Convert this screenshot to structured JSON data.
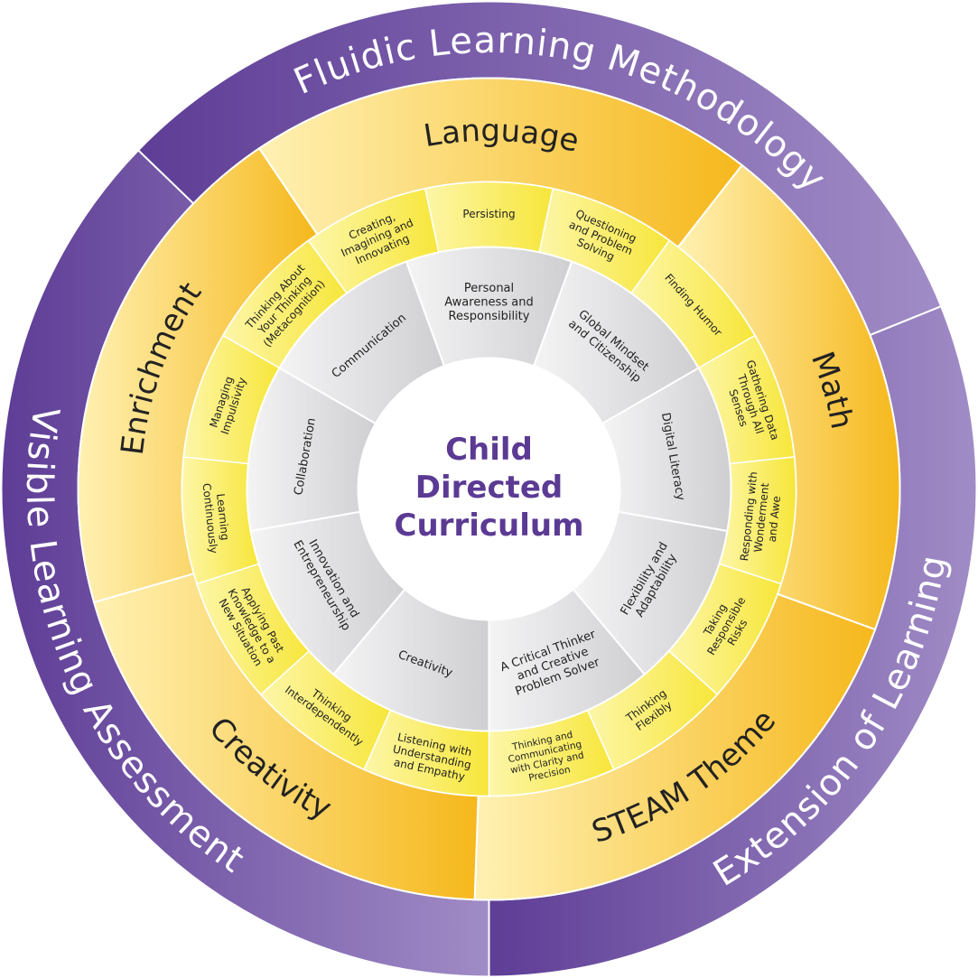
{
  "center": {
    "lines": [
      "Child",
      "Directed",
      "Curriculum"
    ],
    "color": "#5b3a94"
  },
  "colors": {
    "purple_dark": "#5e3d96",
    "purple_light": "#a08cc6",
    "gold_deep": "#f6b81c",
    "gold_light": "#fff1b3",
    "habit_yellow": "#f7e63a",
    "habit_light": "#fdf6a8",
    "gray_dark": "#cfcfd2",
    "gray_light": "#f4f4f5",
    "separator": "#ffffff",
    "text_dark": "#222222",
    "text_white": "#ffffff"
  },
  "outer_ring": [
    {
      "label": "Fluidic Learning Methodology"
    },
    {
      "label": "Extension of Learning"
    },
    {
      "label": "Visible Learning Assessment"
    }
  ],
  "curriculum_ring": [
    {
      "label": "Language"
    },
    {
      "label": "Math"
    },
    {
      "label": "STEAM Theme"
    },
    {
      "label": "Creativity"
    },
    {
      "label": "Enrichment"
    }
  ],
  "habits_ring": [
    {
      "lines": [
        "Persisting"
      ]
    },
    {
      "lines": [
        "Questioning",
        "and Problem",
        "Solving"
      ]
    },
    {
      "lines": [
        "Finding Humor"
      ]
    },
    {
      "lines": [
        "Gathering Data",
        "Through All",
        "Senses"
      ]
    },
    {
      "lines": [
        "Responding with",
        "Wonderment",
        "and Awe"
      ]
    },
    {
      "lines": [
        "Taking",
        "Responsible",
        "Risks"
      ]
    },
    {
      "lines": [
        "Thinking",
        "Flexibly"
      ]
    },
    {
      "lines": [
        "Thinking and",
        "Communicating",
        "with Clarity and",
        "Precision"
      ]
    },
    {
      "lines": [
        "Listening with",
        "Understanding",
        "and Empathy"
      ]
    },
    {
      "lines": [
        "Thinking",
        "Interdependently"
      ]
    },
    {
      "lines": [
        "Applying Past",
        "Knowledge to a",
        "New Situation"
      ]
    },
    {
      "lines": [
        "Learning",
        "Continuously"
      ]
    },
    {
      "lines": [
        "Managing",
        "Impulsivity"
      ]
    },
    {
      "lines": [
        "Thinking About",
        "Your Thinking",
        "(Metacognition)"
      ]
    },
    {
      "lines": [
        "Creating,",
        "Imagining and",
        "Innovating"
      ]
    }
  ],
  "competencies_ring": [
    {
      "lines": [
        "Personal",
        "Awareness and",
        "Responsibility"
      ]
    },
    {
      "lines": [
        "Global Mindset",
        "and Citizenship"
      ]
    },
    {
      "lines": [
        "Digital Literacy"
      ]
    },
    {
      "lines": [
        "Flexibility and",
        "Adaptability"
      ]
    },
    {
      "lines": [
        "A Critical Thinker",
        "and Creative",
        "Problem Solver"
      ]
    },
    {
      "lines": [
        "Creativity"
      ]
    },
    {
      "lines": [
        "Innovation and",
        "Entrepreneurship"
      ]
    },
    {
      "lines": [
        "Collaboration"
      ]
    },
    {
      "lines": [
        "Communication"
      ]
    }
  ]
}
